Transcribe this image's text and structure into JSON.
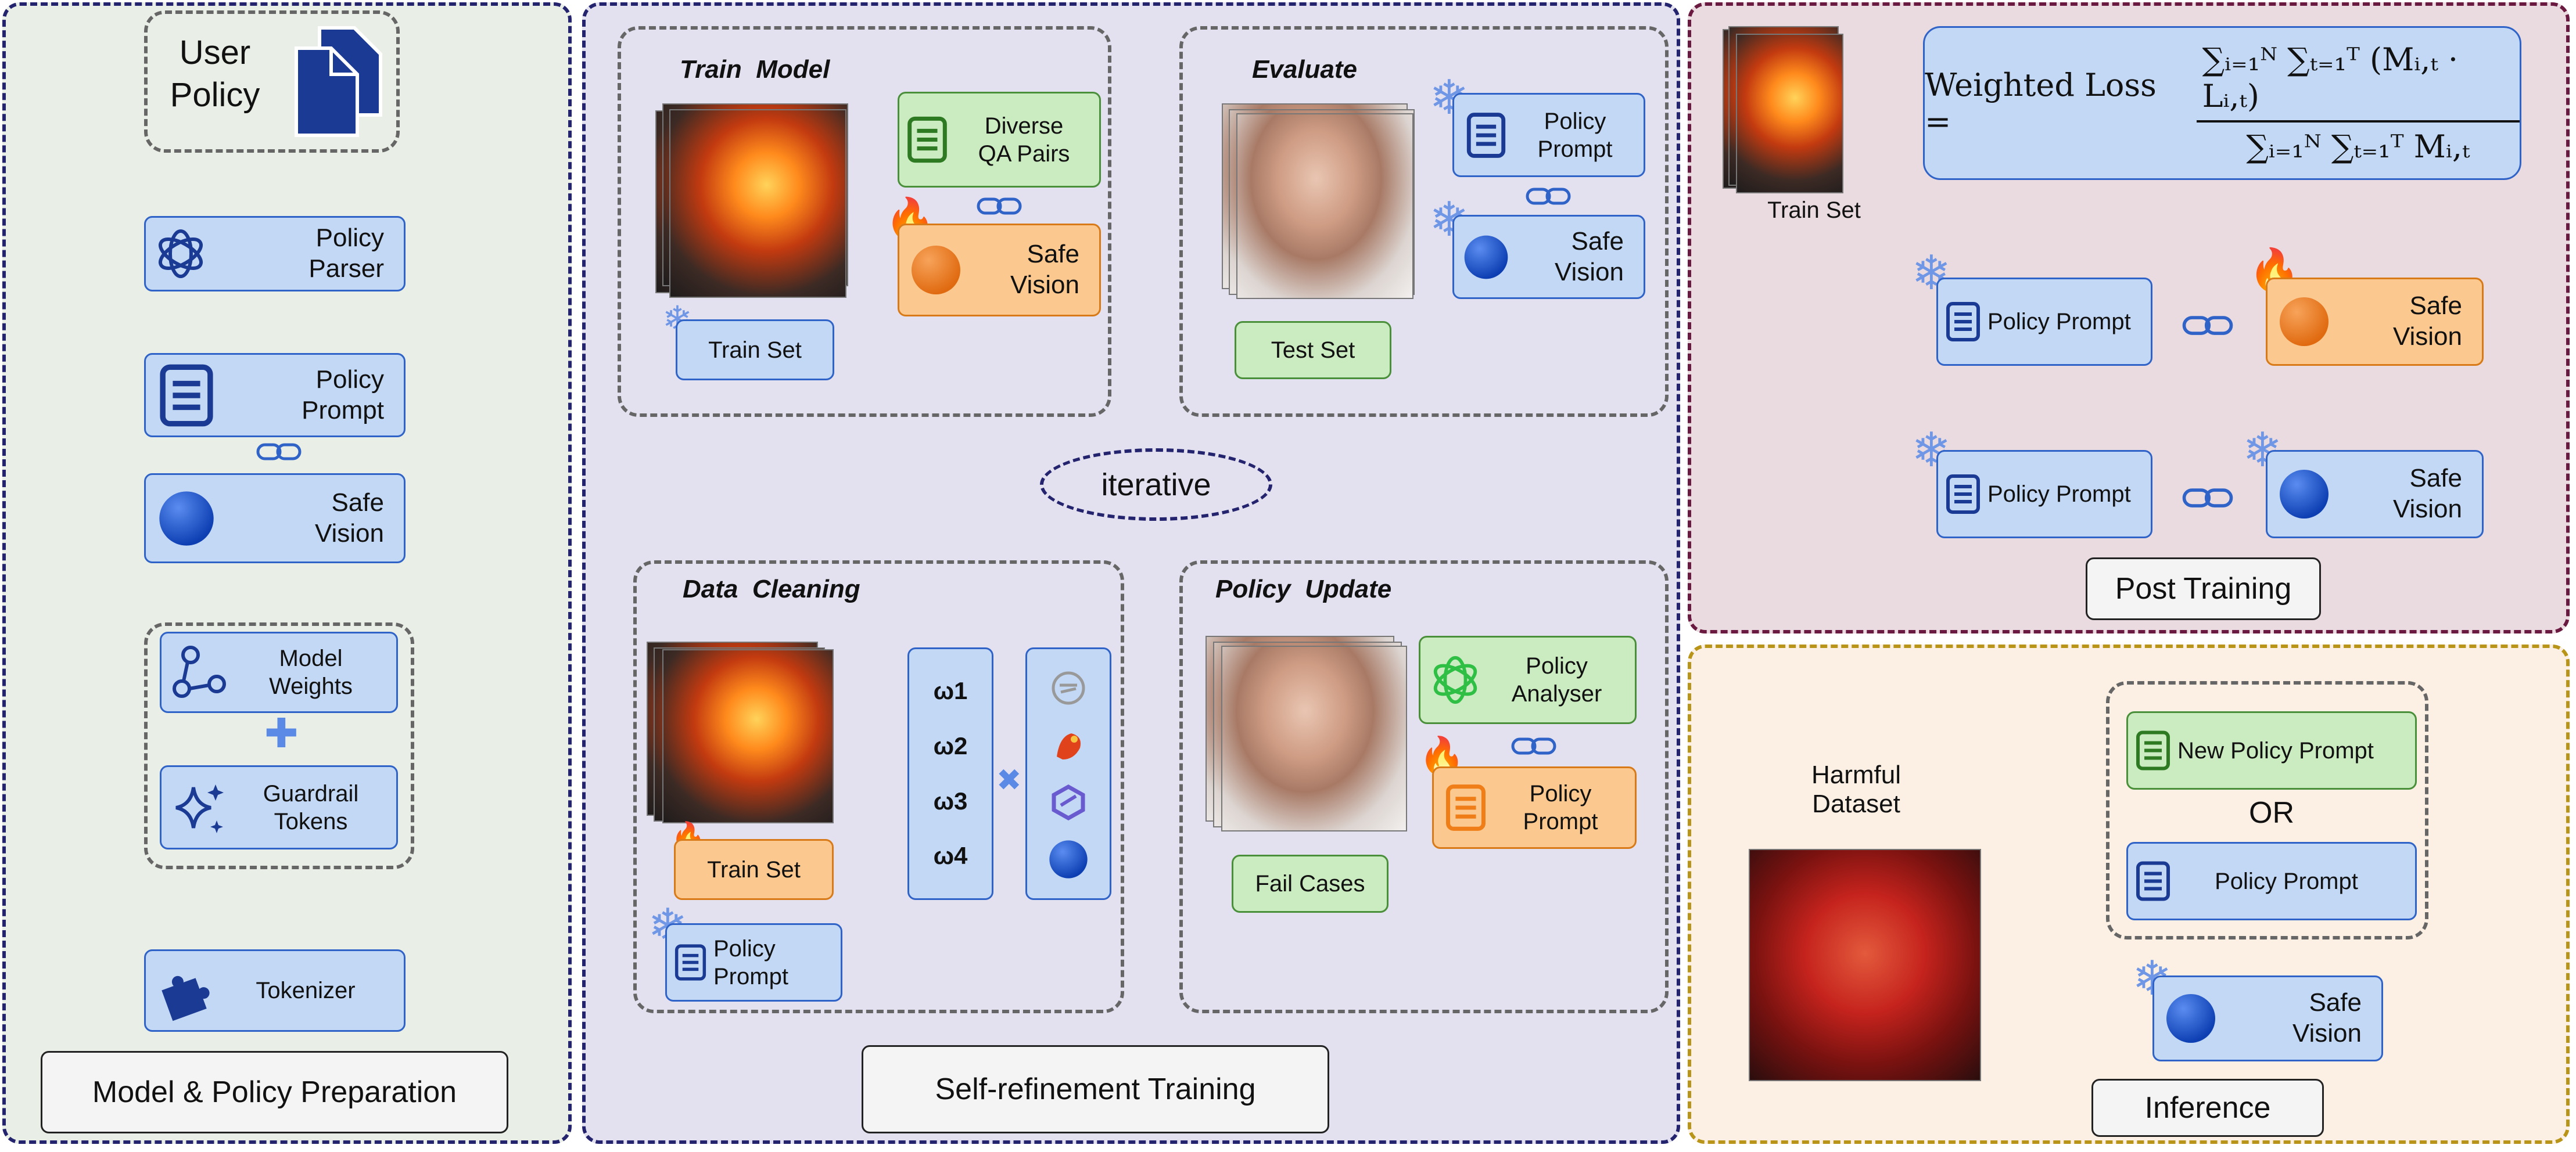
{
  "colors": {
    "blue_fill": "#c2d8f5",
    "blue_border": "#2f63c7",
    "orange_fill": "#fbc98f",
    "orange_border": "#d97a18",
    "green_fill": "#cbebc0",
    "green_border": "#4a8f3a",
    "panel_border": "#23236e"
  },
  "prep": {
    "user_policy": "User\nPolicy",
    "policy_parser": "Policy\nParser",
    "policy_prompt": "Policy\nPrompt",
    "safe_vision": "Safe\nVision",
    "model_weights": "Model\nWeights",
    "guardrail_tokens": "Guardrail\nTokens",
    "tokenizer": "Tokenizer",
    "caption": "Model & Policy Preparation"
  },
  "self_refine": {
    "train_model": {
      "title": "Train  Model",
      "train_set": "Train Set",
      "diverse_qa": "Diverse\nQA Pairs",
      "safe_vision": "Safe\nVision"
    },
    "evaluate": {
      "title": "Evaluate",
      "policy_prompt": "Policy\nPrompt",
      "safe_vision": "Safe\nVision",
      "test_set": "Test Set"
    },
    "iterative": "iterative",
    "data_cleaning": {
      "title": "Data  Cleaning",
      "train_set": "Train Set",
      "policy_prompt": "Policy\nPrompt",
      "weights": [
        "ω1",
        "ω2",
        "ω3",
        "ω4"
      ]
    },
    "policy_update": {
      "title": "Policy  Update",
      "policy_analyser": "Policy\nAnalyser",
      "policy_prompt": "Policy\nPrompt",
      "fail_cases": "Fail Cases"
    },
    "caption": "Self-refinement Training"
  },
  "post": {
    "train_set": "Train Set",
    "formula_label": "Weighted Loss =",
    "formula_num": "∑ᵢ₌₁ᴺ ∑ₜ₌₁ᵀ (Mᵢ,ₜ · Lᵢ,ₜ)",
    "formula_den": "∑ᵢ₌₁ᴺ ∑ₜ₌₁ᵀ Mᵢ,ₜ",
    "policy_prompt": "Policy Prompt",
    "safe_vision": "Safe\nVision",
    "caption": "Post Training"
  },
  "inference": {
    "harmful_dataset": "Harmful\nDataset",
    "new_policy_prompt": "New Policy Prompt",
    "or": "OR",
    "policy_prompt": "Policy Prompt",
    "safe_vision": "Safe\nVision",
    "caption": "Inference"
  },
  "icons": [
    "document-icon",
    "openai-icon",
    "sphere-icon",
    "graph-icon",
    "sparkle-icon",
    "puzzle-icon",
    "snowflake-icon",
    "flame-icon",
    "link-icon",
    "plus-icon",
    "cross-icon",
    "model-logo-icon"
  ]
}
